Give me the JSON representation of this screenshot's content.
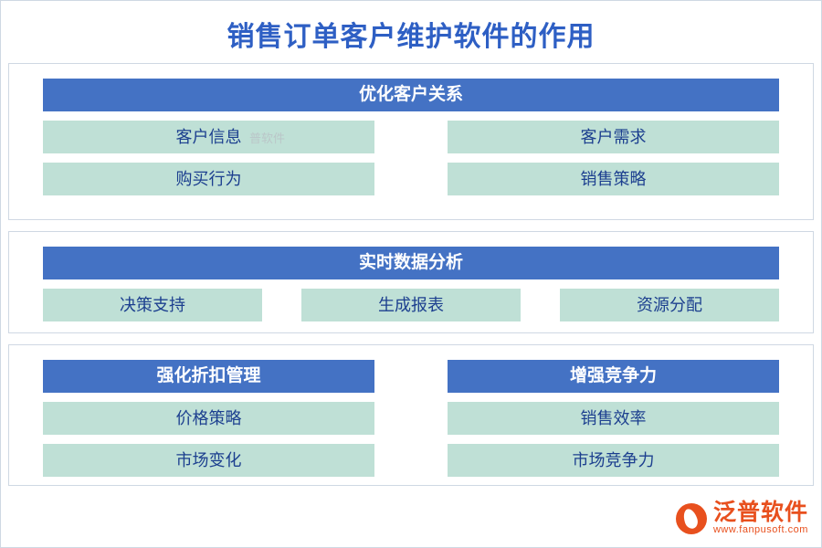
{
  "title": "销售订单客户维护软件的作用",
  "watermark": "普软件",
  "sections": [
    {
      "header": "优化客户关系",
      "cells": [
        "客户信息",
        "客户需求",
        "购买行为",
        "销售策略"
      ]
    },
    {
      "header": "实时数据分析",
      "cells": [
        "决策支持",
        "生成报表",
        "资源分配"
      ]
    },
    {
      "columns": [
        {
          "header": "强化折扣管理",
          "cells": [
            "价格策略",
            "市场变化"
          ]
        },
        {
          "header": "增强竞争力",
          "cells": [
            "销售效率",
            "市场竞争力"
          ]
        }
      ]
    }
  ],
  "logo": {
    "name": "泛普软件",
    "url": "www.fanpusoft.com",
    "color": "#e8501e"
  },
  "colors": {
    "title": "#2e5fc4",
    "bar": "#4472c4",
    "cell_bg": "#bfe0d6",
    "cell_text": "#1c3f8f",
    "border": "#cfd8e3"
  }
}
